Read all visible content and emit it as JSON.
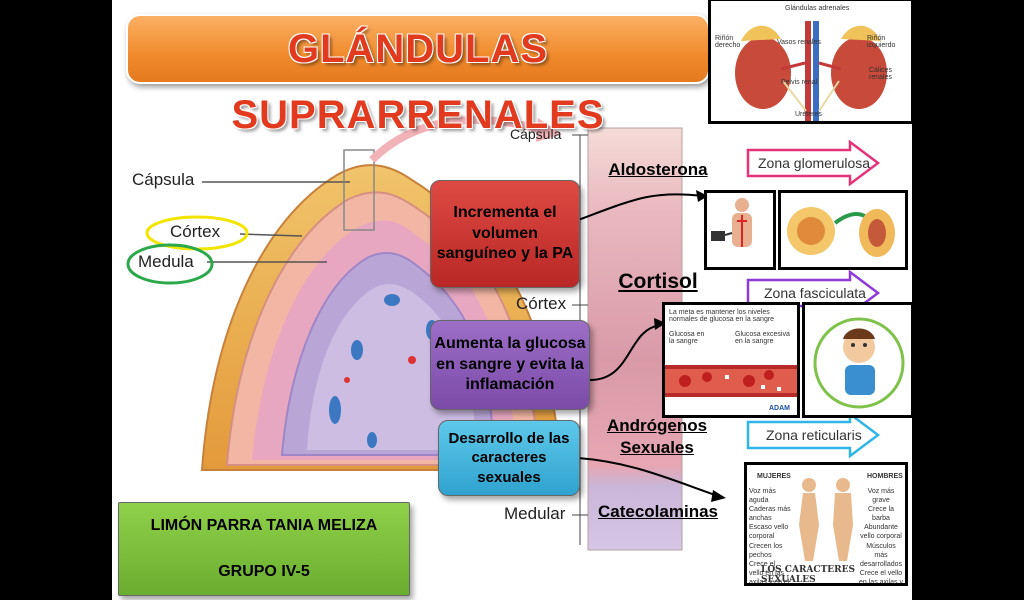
{
  "title": "GLÁNDULAS SUPRARRENALES",
  "diagram_labels": {
    "capsula": "Cápsula",
    "cortex": "Córtex",
    "medula": "Medula"
  },
  "column_labels": {
    "capsula": "Cápsula",
    "cortex": "Córtex",
    "medular": "Medular"
  },
  "hormones": {
    "aldosterona": "Aldosterona",
    "cortisol": "Cortisol",
    "androgenos": "Andrógenos Sexuales",
    "catecolaminas": "Catecolaminas"
  },
  "boxes": {
    "red": "Incrementa el volumen sanguíneo y la PA",
    "purple": "Aumenta la glucosa en sangre y evita la inflamación",
    "blue": "Desarrollo de las caracteres sexuales"
  },
  "zones": {
    "glomerulosa": "Zona glomerulosa",
    "fasciculata": "Zona fasciculata",
    "reticularis": "Zona reticularis"
  },
  "kidney_photo": {
    "glandulas_adrenales": "Glándulas adrenales",
    "rinon_derecho": "Riñón derecho",
    "vasos_renales": "Vasos renales",
    "rinon_izquierdo": "Riñón izquierdo",
    "pelvis_renal": "Pelvis renal",
    "calices_renales": "Cálices renales",
    "ureteres": "Uréteres"
  },
  "glucose_photo": {
    "caption": "La meta es mantener los niveles normales de glucosa en la sangre",
    "glucosa_sangre": "Glucosa en la sangre",
    "glucosa_excesiva": "Glucosa excesiva en la sangre",
    "brand": "ADAM"
  },
  "sex_photo": {
    "mujeres": "MUJERES",
    "hombres": "HOMBRES",
    "women_traits": [
      "Voz más aguda",
      "Caderas más anchas",
      "Escaso vello corporal",
      "Crecen los pechos",
      "Crece el vello en las axilas y en el pubis"
    ],
    "men_traits": [
      "Voz más grave",
      "Crece la barba",
      "Abundante vello corporal",
      "Músculos más desarrollados",
      "Crece el vello en las axilas y en el pubis"
    ],
    "caption": "LOS CARACTERES SEXUALES"
  },
  "author": {
    "name": "LIMÓN PARRA  TANIA MELIZA",
    "group": "GRUPO IV-5"
  },
  "colors": {
    "banner": "#f08a2c",
    "title": "#e23a1f",
    "red_box": "#c9302c",
    "purple_box": "#8a5bb5",
    "blue_box": "#3fb2d8",
    "green_box": "#7fbf3a"
  }
}
